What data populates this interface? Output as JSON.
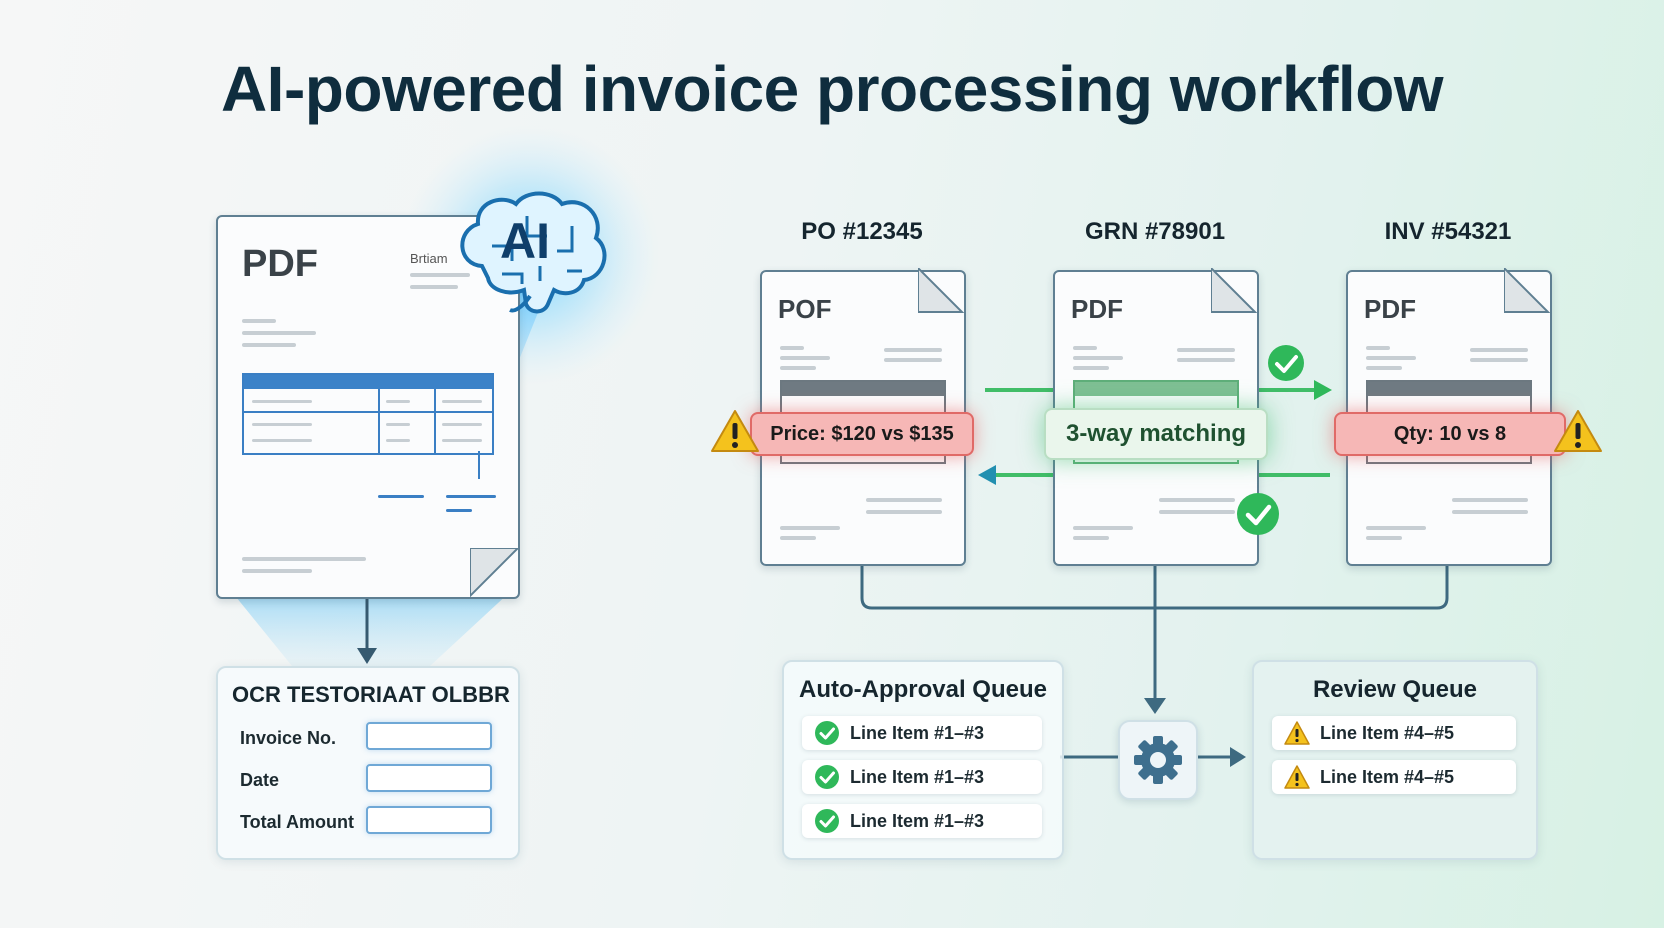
{
  "title": "AI-powered invoice processing workflow",
  "source_doc": {
    "pdf_label": "PDF",
    "corner_text": "Brtiam",
    "ai_badge": "AI"
  },
  "ocr_form": {
    "title": "OCR TESTORIAAT OLBBR",
    "fields": [
      {
        "label": "Invoice No.",
        "value": ""
      },
      {
        "label": "Date",
        "value": ""
      },
      {
        "label": "Total Amount",
        "value": ""
      }
    ]
  },
  "documents": [
    {
      "header": "PO #12345",
      "pdf_label": "POF"
    },
    {
      "header": "GRN #78901",
      "pdf_label": "PDF"
    },
    {
      "header": "INV #54321",
      "pdf_label": "PDF"
    }
  ],
  "matching": {
    "label": "3-way matching",
    "price_mismatch": "Price: $120 vs $135",
    "qty_mismatch": "Qty: 10 vs 8"
  },
  "auto_queue": {
    "title": "Auto-Approval Queue",
    "items": [
      "Line Item #1–#3",
      "Line Item #1–#3",
      "Line Item #1–#3"
    ]
  },
  "review_queue": {
    "title": "Review Queue",
    "items": [
      "Line Item #4–#5",
      "Line Item #4–#5"
    ]
  },
  "colors": {
    "accent_blue": "#2f9fe3",
    "match_green": "#2fb85a",
    "warning_red": "#e06a67",
    "warning_yellow": "#f4c21d",
    "title_navy": "#0f2d3e"
  }
}
